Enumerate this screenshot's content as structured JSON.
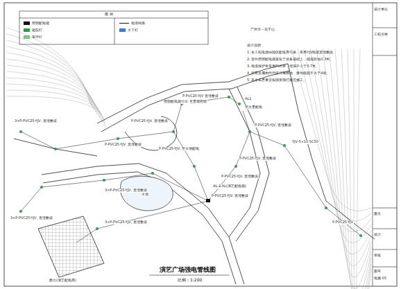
{
  "diagram": {
    "title": "演艺广场强电管线图",
    "caption": "比例：1:200",
    "labels": [
      "广州市一花子山",
      "P-PVC25-YJV 直埋敷设",
      "照明配电箱引出 至景观照明",
      "P-PVC25-YJV, 直埋敷设",
      "P-PVC25-YJV, 至水池配电",
      "AL1",
      "至水景配电",
      "P-PVC25-YJV, 直埋敷设",
      "P-PVC25-YJV, 直埋敷设",
      "P-PVC25-YJV, 直埋敷设",
      "AL-2-AL(演艺配电箱)",
      "P-PVC25-YJV, 直埋敷设",
      "3×P-PVC25-YJV, 直埋敷设",
      "3×P-PVC25-YJV, 直埋敷设",
      "P-PVC25-YJV, 直埋敷设",
      "3×P-PVC25-YJV, 直埋敷设",
      "3×P-PVC25-YJV, 直埋敷设",
      "YJV-5×10 SC50",
      "P-PVC25-YJV",
      "水池",
      "舞台(演艺配电房)",
      "图 例",
      "设计说明",
      "1. 本工程电源由园区配电房引来，采用YJV电缆直埋敷设。",
      "2. 室外照明配电箱安装于设备基础上，箱底距地0.3米。",
      "3. 电缆保护管采用PVC管，埋深不小于0.7米。",
      "4. 所有金属构件均应可靠接地，接地电阻不大于4欧。",
      "5. 其余未尽事宜按国家现行规范施工。",
      "设计单位",
      "工程名称",
      "图名",
      "设计",
      "审核",
      "图号",
      "电施-05"
    ],
    "legend": [
      {
        "text": "照明配电箱",
        "color": "#111111"
      },
      {
        "text": "庭院灯",
        "color": "#2e9e3e"
      },
      {
        "text": "草坪灯",
        "color": "#7bc47f"
      },
      {
        "text": "电缆线路"
      },
      {
        "text": "水下灯",
        "color": "#3a7bd5"
      }
    ]
  }
}
